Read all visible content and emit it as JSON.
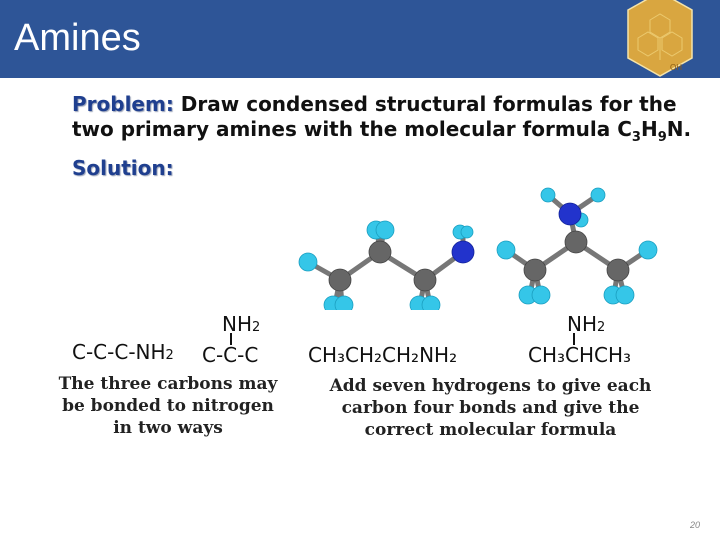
{
  "slide": {
    "title": "Amines",
    "problem_label": "Problem:",
    "problem_text_1": " Draw condensed structural formulas for the",
    "problem_text_2": "two primary amines with the molecular formula C",
    "mf_c_sub": "3",
    "mf_h": "H",
    "mf_h_sub": "9",
    "mf_n": "N.",
    "solution_label": "Solution:",
    "skeleton_1": "C-C-C-NH",
    "skeleton_1_sub": "2",
    "skeleton_2_top": "NH",
    "skeleton_2_top_sub": "2",
    "skeleton_2": "C-C-C",
    "condensed_1": "CH₃CH₂CH₂NH₂",
    "condensed_2_top": "NH",
    "condensed_2_top_sub": "2",
    "condensed_2": "CH₃CHCH₃",
    "note_left_1": "The three carbons may",
    "note_left_2": "be bonded to nitrogen",
    "note_left_3": "in two ways",
    "note_right_1": "Add seven hydrogens to give each",
    "note_right_2": "carbon four bonds and give the",
    "note_right_3": "correct molecular formula",
    "page_number": "20"
  },
  "colors": {
    "header": "#2e5597",
    "keyword": "#1f3f8f",
    "carbon": "#6a6a6a",
    "hydrogen": "#35c6e8",
    "nitrogen": "#2233cc"
  }
}
